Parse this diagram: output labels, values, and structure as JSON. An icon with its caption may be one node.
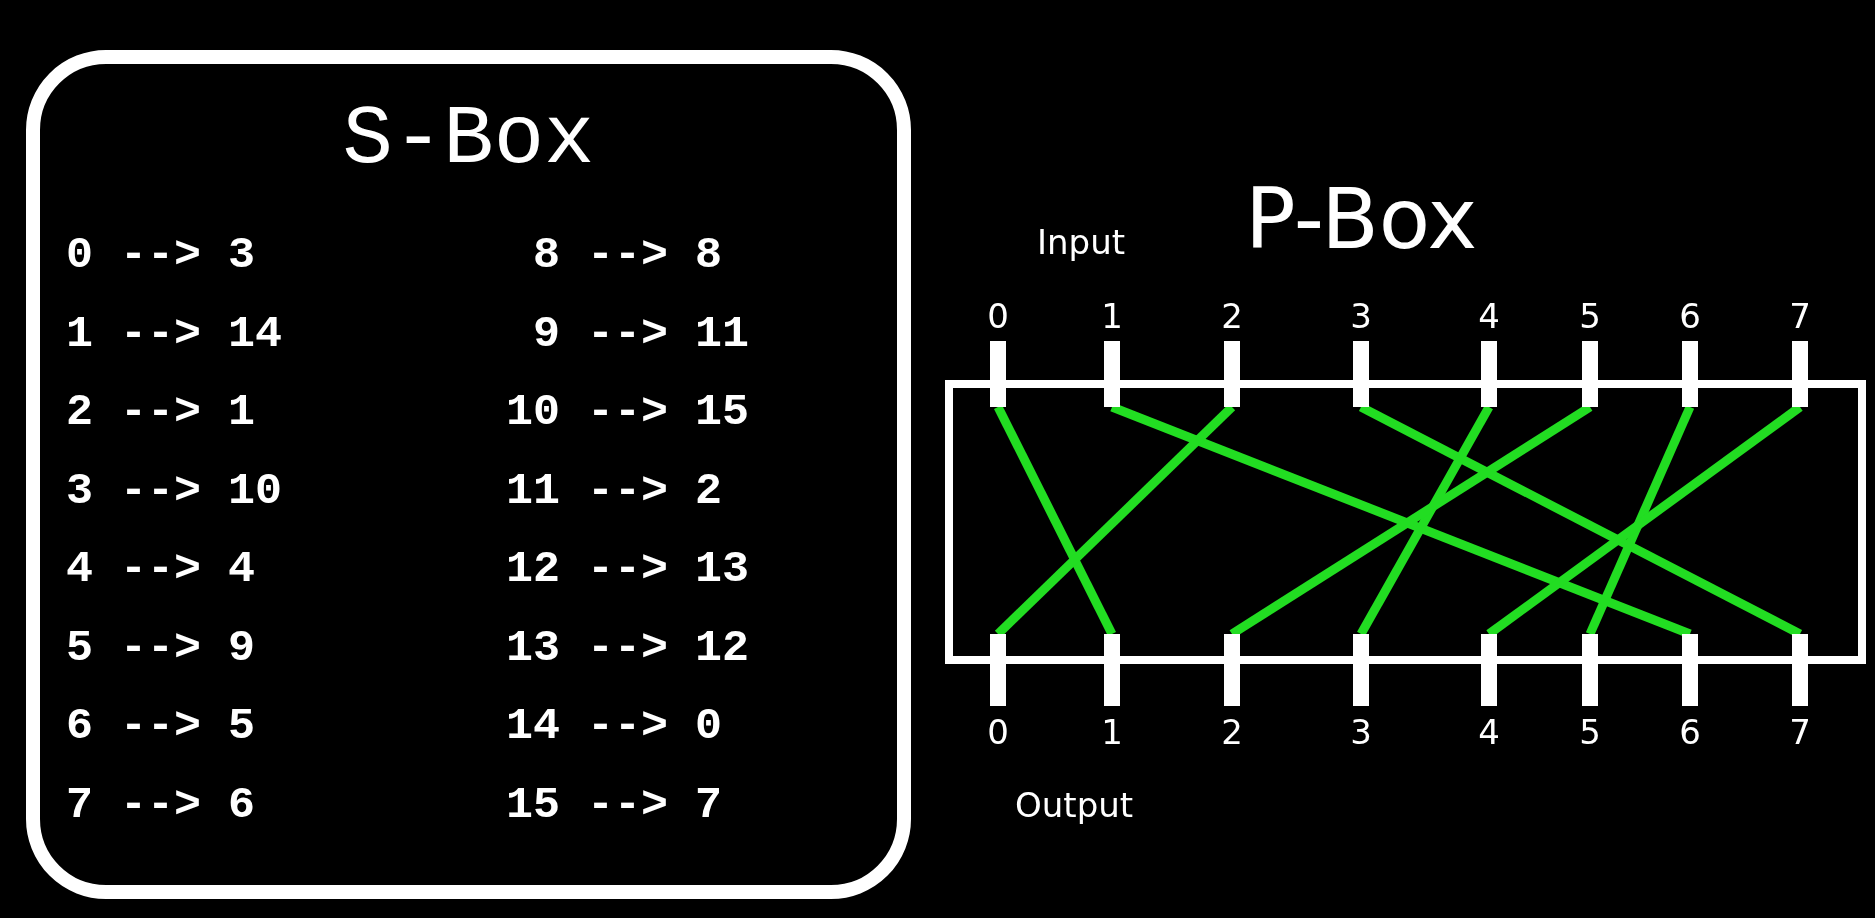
{
  "diagram": {
    "nodes": [
      {
        "text": [
          "S-Box"
        ]
      },
      {
        "text": [],
        "shape": "bar",
        "beside": [
          "0"
        ]
      },
      {
        "text": [],
        "shape": "bar",
        "beside": [
          "1"
        ]
      },
      {
        "text": [],
        "shape": "bar",
        "beside": [
          "2"
        ]
      },
      {
        "text": [],
        "shape": "bar",
        "beside": [
          "3"
        ]
      },
      {
        "text": [],
        "shape": "bar",
        "beside": [
          "4"
        ]
      },
      {
        "text": [],
        "shape": "bar",
        "beside": [
          "5"
        ]
      },
      {
        "text": [],
        "shape": "bar",
        "beside": [
          "6"
        ]
      },
      {
        "text": [],
        "shape": "bar",
        "beside": [
          "7"
        ]
      },
      {
        "text": [],
        "shape": "bar",
        "beside": [
          "0"
        ]
      },
      {
        "text": [],
        "shape": "bar",
        "beside": [
          "1"
        ]
      },
      {
        "text": [],
        "shape": "bar",
        "beside": [
          "2"
        ]
      },
      {
        "text": [],
        "shape": "bar",
        "beside": [
          "3"
        ]
      },
      {
        "text": [],
        "shape": "bar",
        "beside": [
          "4"
        ]
      },
      {
        "text": [],
        "shape": "bar",
        "beside": [
          "5"
        ]
      },
      {
        "text": [],
        "shape": "bar",
        "beside": [
          "6"
        ]
      },
      {
        "text": [],
        "shape": "bar",
        "beside": [
          "7"
        ]
      }
    ],
    "edges": [
      {
        "from": 1,
        "to": 10,
        "arrow": "none"
      },
      {
        "from": 2,
        "to": 15,
        "arrow": "none"
      },
      {
        "from": 3,
        "to": 9,
        "arrow": "none"
      },
      {
        "from": 4,
        "to": 16,
        "arrow": "none"
      },
      {
        "from": 5,
        "to": 12,
        "arrow": "none"
      },
      {
        "from": 6,
        "to": 11,
        "arrow": "none"
      },
      {
        "from": 7,
        "to": 14,
        "arrow": "none"
      },
      {
        "from": 8,
        "to": 13,
        "arrow": "none"
      }
    ],
    "labels": [
      "0 --> 3",
      "8 --> 8",
      "Input",
      "P-Box",
      "1 --> 14",
      "9 --> 11",
      "2 --> 1",
      "10 --> 15",
      "3 --> 10",
      "11 --> 2",
      "4 --> 4",
      "12 --> 13",
      "5 --> 9",
      "13 --> 12",
      "6 --> 5",
      "14 --> 0",
      "7 --> 6",
      "15 --> 7",
      "Output"
    ]
  }
}
